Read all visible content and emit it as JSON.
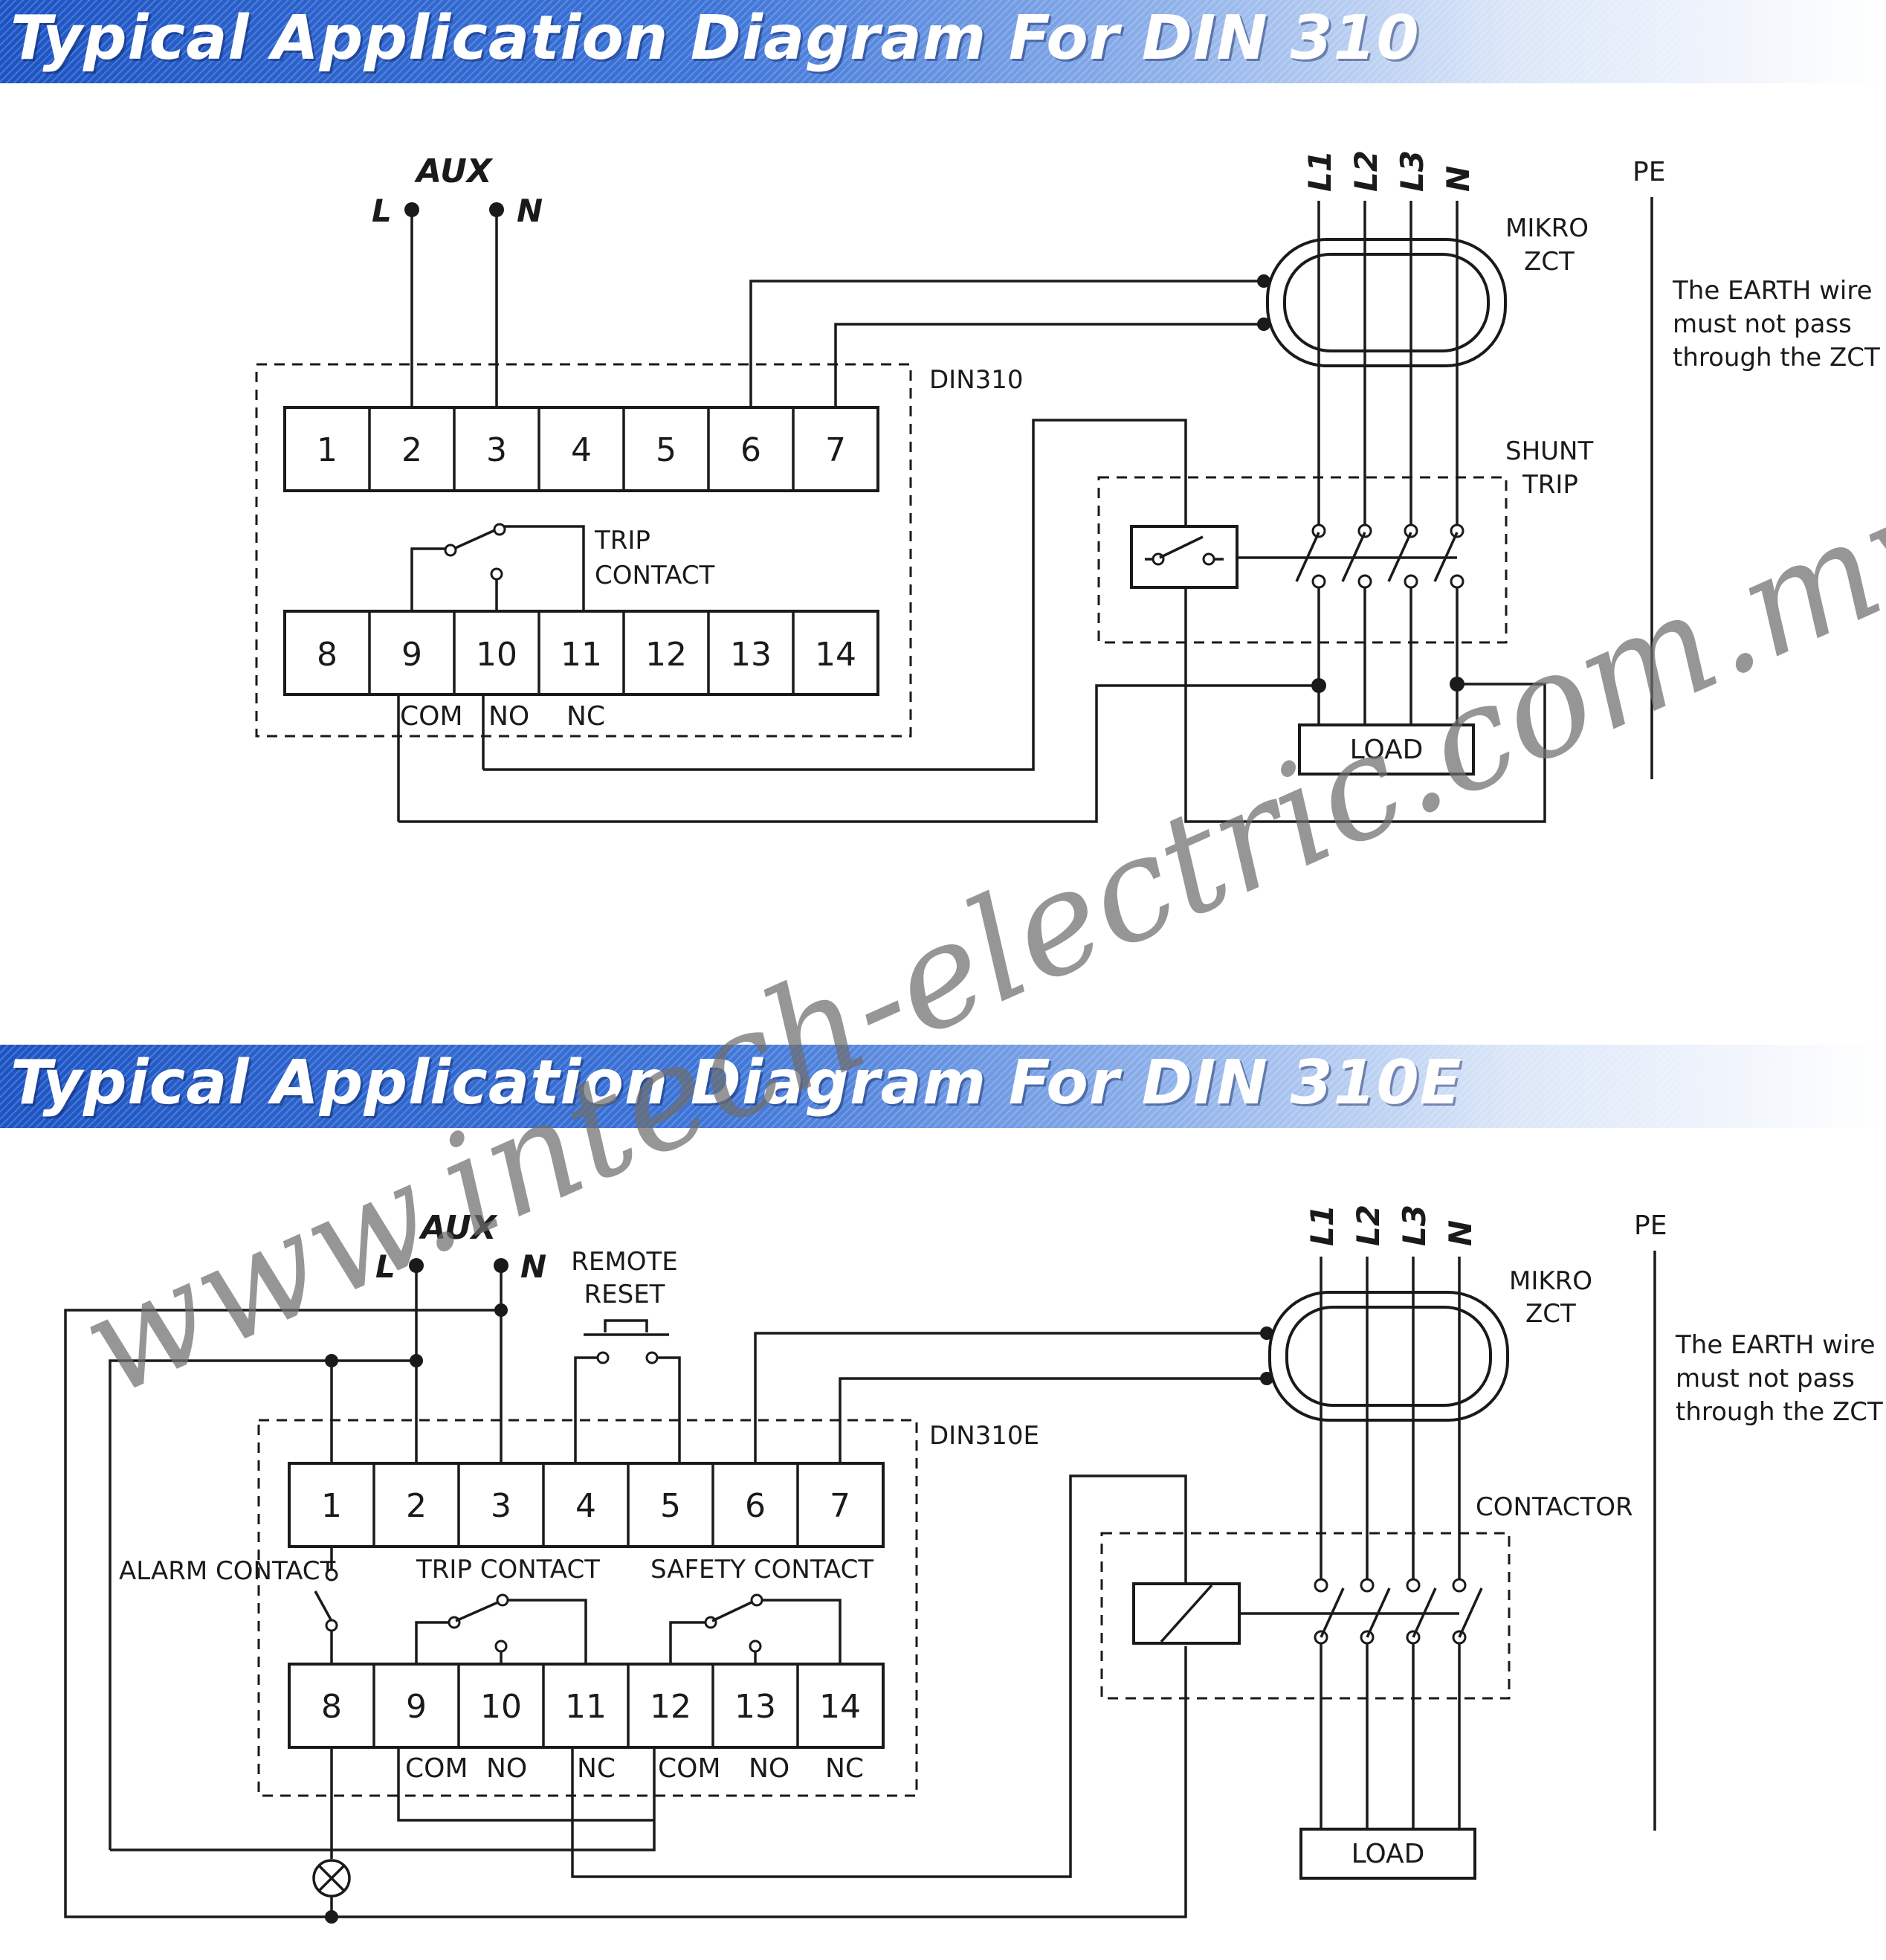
{
  "diagrams": [
    {
      "title": "Typical Application Diagram For DIN 310",
      "aux": "AUX",
      "aux_l": "L",
      "aux_n": "N",
      "device": "DIN310",
      "top_terminals": [
        "1",
        "2",
        "3",
        "4",
        "5",
        "6",
        "7"
      ],
      "bottom_terminals": [
        "8",
        "9",
        "10",
        "11",
        "12",
        "13",
        "14"
      ],
      "trip_contact": [
        "TRIP",
        "CONTACT"
      ],
      "contact_labels": [
        "COM",
        "NO",
        "NC"
      ],
      "phases": [
        "L1",
        "L2",
        "L3",
        "N"
      ],
      "pe": "PE",
      "zct": [
        "MIKRO",
        "ZCT"
      ],
      "note": [
        "The EARTH wire",
        "must not pass",
        "through the ZCT"
      ],
      "switch_device": [
        "SHUNT",
        "TRIP"
      ],
      "load": "LOAD"
    },
    {
      "title": "Typical Application Diagram For DIN 310E",
      "aux": "AUX",
      "aux_l": "L",
      "aux_n": "N",
      "device": "DIN310E",
      "top_terminals": [
        "1",
        "2",
        "3",
        "4",
        "5",
        "6",
        "7"
      ],
      "bottom_terminals": [
        "8",
        "9",
        "10",
        "11",
        "12",
        "13",
        "14"
      ],
      "remote_reset": [
        "REMOTE",
        "RESET"
      ],
      "alarm_contact": "ALARM CONTACT",
      "trip_contact": "TRIP CONTACT",
      "safety_contact": "SAFETY CONTACT",
      "contact_labels": [
        "COM",
        "NO",
        "NC",
        "COM",
        "NO",
        "NC"
      ],
      "phases": [
        "L1",
        "L2",
        "L3",
        "N"
      ],
      "pe": "PE",
      "zct": [
        "MIKRO",
        "ZCT"
      ],
      "note": [
        "The EARTH wire",
        "must not pass",
        "through the ZCT"
      ],
      "switch_device": "CONTACTOR",
      "load": "LOAD"
    }
  ],
  "watermark": "www.intech-electric.com.my",
  "colors": {
    "banner_blue": "#1c54c4",
    "line": "#1a1a1a",
    "watermark": "#6e6e6e"
  }
}
